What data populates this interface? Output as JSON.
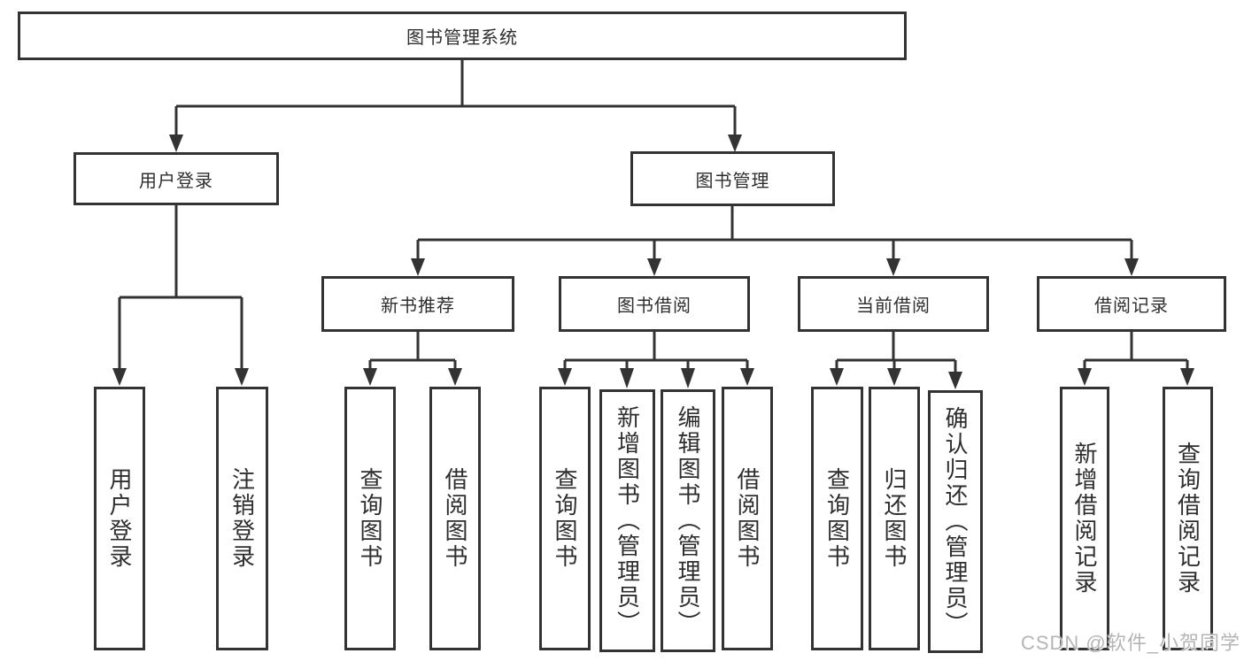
{
  "tree": {
    "root": {
      "label": "图书管理系统",
      "children": [
        {
          "label": "用户登录",
          "children": [
            {
              "label": "用户登录"
            },
            {
              "label": "注销登录"
            }
          ]
        },
        {
          "label": "图书管理",
          "children": [
            {
              "label": "新书推荐",
              "children": [
                {
                  "label": "查询图书"
                },
                {
                  "label": "借阅图书"
                }
              ]
            },
            {
              "label": "图书借阅",
              "children": [
                {
                  "label": "查询图书"
                },
                {
                  "label": "新增图书（管理员）"
                },
                {
                  "label": "编辑图书（管理员）"
                },
                {
                  "label": "借阅图书"
                }
              ]
            },
            {
              "label": "当前借阅",
              "children": [
                {
                  "label": "查询图书"
                },
                {
                  "label": "归还图书"
                },
                {
                  "label": "确认归还（管理员）"
                }
              ]
            },
            {
              "label": "借阅记录",
              "children": [
                {
                  "label": "新增借阅记录"
                },
                {
                  "label": "查询借阅记录"
                }
              ]
            }
          ]
        }
      ]
    }
  },
  "watermark": {
    "text": "CSDN @软件_小贺同学"
  },
  "colors": {
    "line": "#333333",
    "box_border": "#333333",
    "text": "#2e2e2e",
    "background": "#ffffff",
    "watermark": "#b5b5b5"
  }
}
